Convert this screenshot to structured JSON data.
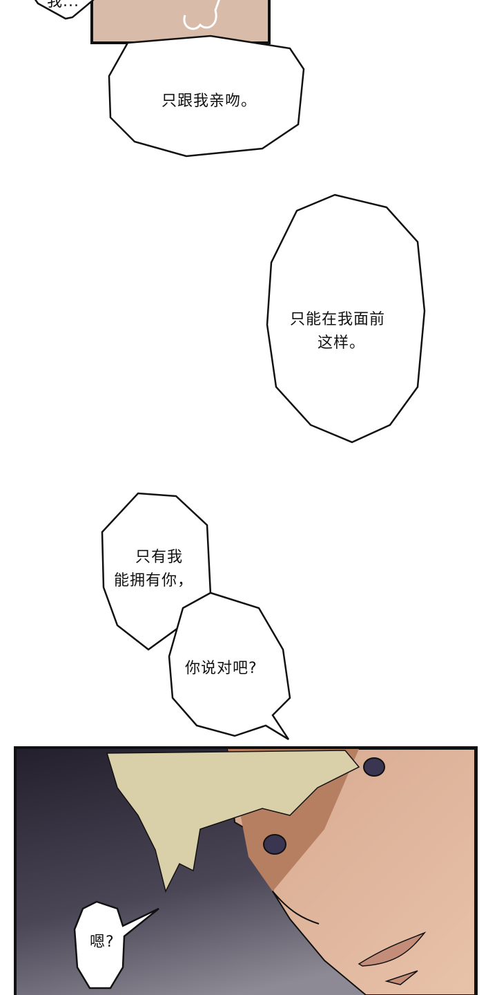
{
  "colors": {
    "panel_top": "#d9bba9",
    "hair": "#d9cfa8",
    "skin": "#e4b9a0",
    "skin_shadow": "#b77f62",
    "background_dark": "#2a2533",
    "background_mid": "#6f6b78",
    "eye": "#3a3550"
  },
  "bubbles": [
    {
      "lines": [
        "我..."
      ]
    },
    {
      "lines": [
        "只跟我亲吻。"
      ]
    },
    {
      "lines": [
        "只能在我面前",
        "这样。"
      ]
    },
    {
      "lines": [
        "只有我",
        "能拥有你，"
      ]
    },
    {
      "lines": [
        "你说对吧?"
      ]
    },
    {
      "lines": [
        "嗯?"
      ]
    }
  ]
}
